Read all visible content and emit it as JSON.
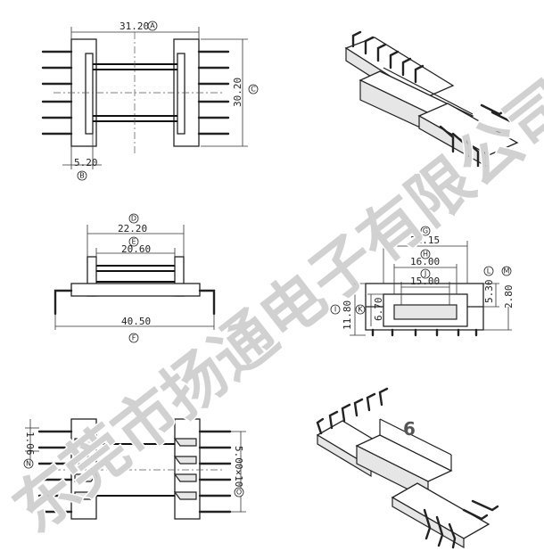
{
  "dimensions": {
    "A": {
      "marker": "A",
      "value": "31.20"
    },
    "B": {
      "marker": "B",
      "value": "5.20"
    },
    "C": {
      "marker": "C",
      "value": "30.20"
    },
    "D": {
      "marker": "D",
      "value": "22.20"
    },
    "E": {
      "marker": "E",
      "value": "20.60"
    },
    "F": {
      "marker": "F",
      "value": "40.50"
    },
    "G": {
      "marker": "G",
      "value": "21.15"
    },
    "H": {
      "marker": "H",
      "value": "16.00"
    },
    "J": {
      "marker": "J",
      "value": "15.00"
    },
    "L": {
      "marker": "L",
      "value": "5.30"
    },
    "M": {
      "marker": "M",
      "value": "2.80"
    },
    "I": {
      "marker": "I",
      "value": "11.80"
    },
    "K": {
      "marker": "K",
      "value": "6.70"
    },
    "N": {
      "marker": "N",
      "value": "1.06"
    },
    "O": {
      "marker": "O",
      "value": "5.00×10"
    }
  },
  "page_number": "6",
  "watermark": "东莞市扬通电子有限公司",
  "colors": {
    "line": "#222222",
    "watermark": "#9a9a9a",
    "background": "#ffffff"
  }
}
